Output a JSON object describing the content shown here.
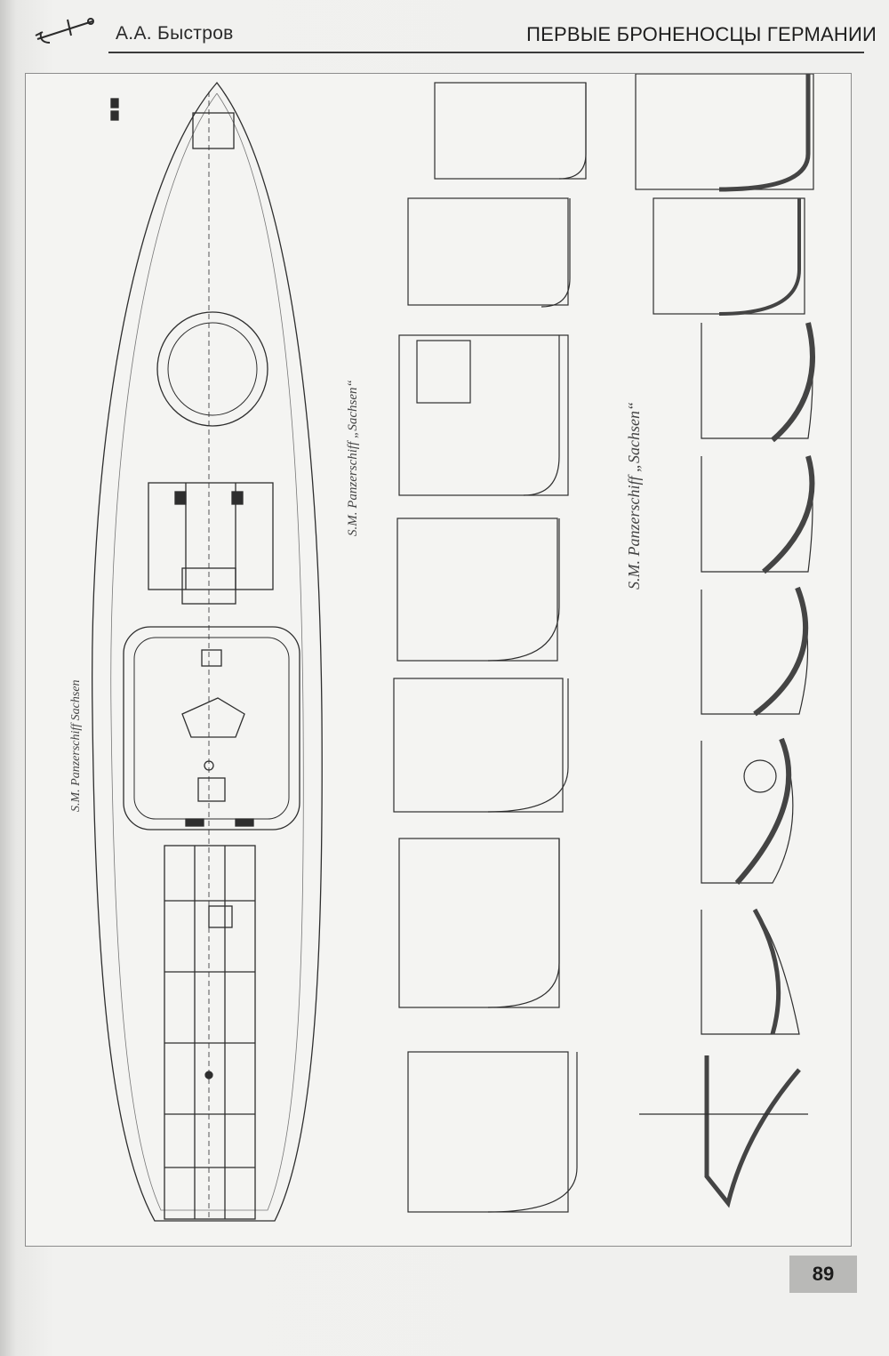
{
  "header": {
    "author": "А.А. Быстров",
    "book_title": "ПЕРВЫЕ БРОНЕНОСЦЫ ГЕРМАНИИ"
  },
  "figure": {
    "drawing_title_left": "S.M. Panzerschiff Sachsen",
    "drawing_title_middle": "S.M. Panzerschiff „Sachsen“",
    "drawing_title_right": "S.M. Panzerschiff „Sachsen“"
  },
  "footer": {
    "page_number": "89"
  }
}
